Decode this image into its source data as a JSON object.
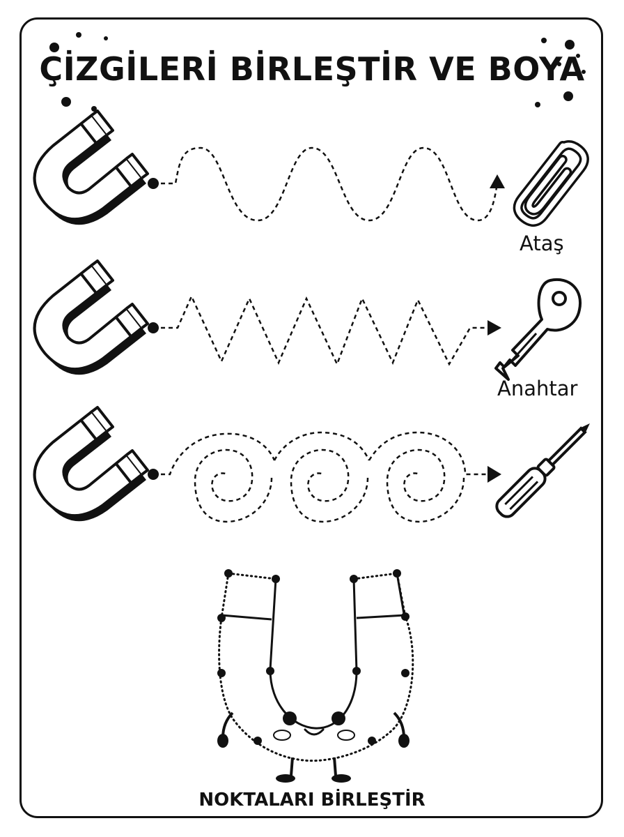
{
  "worksheet": {
    "title": "ÇİZGİLERİ BİRLEŞTİR VE BOYA",
    "rows": [
      {
        "path_type": "wave",
        "target_icon": "paperclip-icon",
        "target_label": "Ataş"
      },
      {
        "path_type": "zigzag",
        "target_icon": "key-icon",
        "target_label": "Anahtar"
      },
      {
        "path_type": "spiral",
        "target_icon": "screwdriver-icon",
        "target_label": ""
      }
    ],
    "connect_dots_caption": "NOKTALARI BİRLEŞTİR",
    "colors": {
      "ink": "#111111",
      "paper": "#ffffff"
    }
  }
}
